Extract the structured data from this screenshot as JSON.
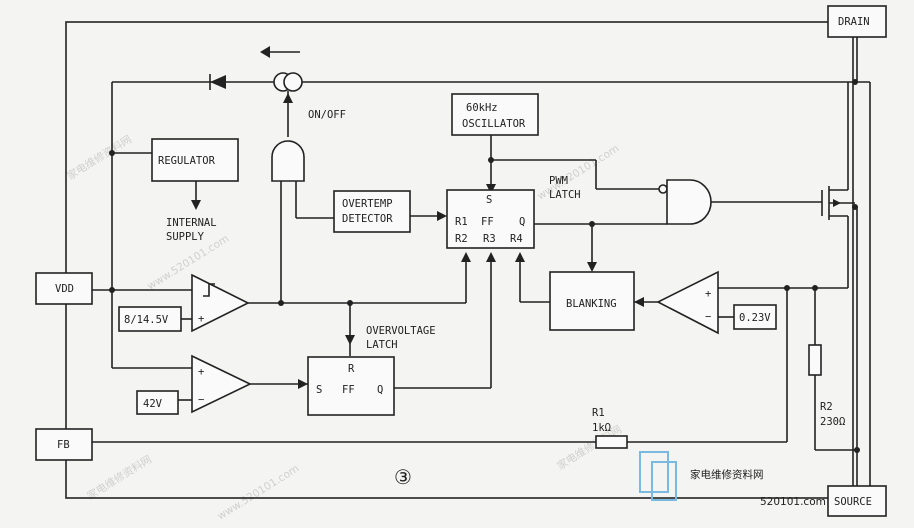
{
  "pins": {
    "drain": "DRAIN",
    "source": "SOURCE",
    "vdd": "VDD",
    "fb": "FB"
  },
  "blocks": {
    "oscillator_line1": "60kHz",
    "oscillator_line2": "OSCILLATOR",
    "regulator": "REGULATOR",
    "internal_supply_line1": "INTERNAL",
    "internal_supply_line2": "SUPPLY",
    "overtemp_line1": "OVERTEMP",
    "overtemp_line2": "DETECTOR",
    "blanking": "BLANKING",
    "on_off": "ON/OFF",
    "pwm_latch_line1": "PWM",
    "pwm_latch_line2": "LATCH",
    "overvoltage_latch_line1": "OVERVOLTAGE",
    "overvoltage_latch_line2": "LATCH"
  },
  "flipflops": {
    "pwm": {
      "s": "S",
      "r1": "R1",
      "ff": "FF",
      "q": "Q",
      "r2": "R2",
      "r3": "R3",
      "r4": "R4"
    },
    "ov": {
      "r": "R",
      "s": "S",
      "ff": "FF",
      "q": "Q"
    }
  },
  "references": {
    "uvlo": "8/14.5V",
    "ovp": "42V",
    "ocp": "0.23V"
  },
  "comparator_signs": {
    "plus": "+",
    "minus": "−"
  },
  "resistors": {
    "r1_name": "R1",
    "r1_value": "1kΩ",
    "r2_name": "R2",
    "r2_value": "230Ω"
  },
  "figure_number": "③",
  "watermarks": {
    "cn": "家电维修资料网",
    "url": "www.520101.com",
    "logo_cn": "家电维修资料网",
    "logo_url": "520101.com"
  }
}
